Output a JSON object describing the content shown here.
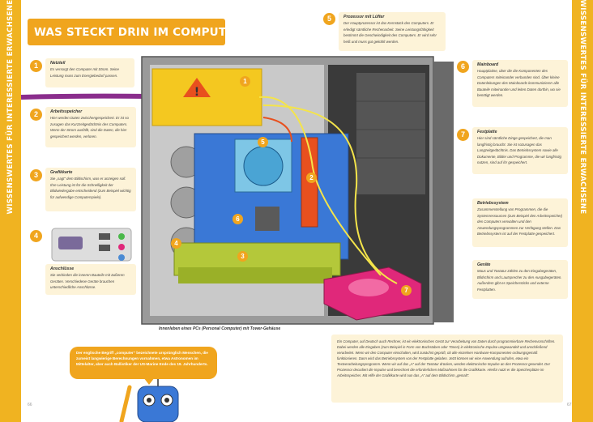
{
  "side_band_label": "WISSENSWERTES FÜR INTERESSIERTE ERWACHSENE",
  "title": "WAS STECKT DRIN IM COMPUTER?",
  "caption": "Innenleben eines PCs (Personal Computer) mit Tower-Gehäuse",
  "cards": [
    {
      "num": "1",
      "title": "Netzteil",
      "body": "Es versorgt den Computer mit Strom. Seine Leistung muss zum Energiebedarf passen."
    },
    {
      "num": "2",
      "title": "Arbeitsspeicher",
      "body": "Hier werden Daten zwischengespeichert. Er ist so zusagen das Kurzzeitgedächtnis des Computers. Wenn der Strom ausfällt, sind die Daten, die hier gespeichert werden, verloren."
    },
    {
      "num": "3",
      "title": "Grafikkarte",
      "body": "Sie „sagt“ dem Bildschirm, was er anzeigen soll. Ihre Leistung ist für die Schnelligkeit der Bildwiedergabe entscheidend (zum Beispiel wichtig für aufwendige Computerspiele)."
    },
    {
      "num": "4",
      "title": "Anschlüsse",
      "body": "Sie verbinden die inneren Bauteile mit äußeren Geräten. Verschiedene Geräte brauchen unterschiedliche Anschlüsse."
    },
    {
      "num": "5",
      "title": "Prozessor mit Lüfter",
      "body": "Der Hauptprozessor ist das Kernstück des Computers. Er erledigt sämtliche Rechenarbeit. Seine Leistungsfähigkeit bestimmt die Geschwindigkeit des Computers. Er wird sehr heiß und muss gut gekühlt werden."
    },
    {
      "num": "6",
      "title": "Mainboard",
      "body": "Hauptplatine, über die die Komponenten des Computers miteinander verbunden sind. Über kleine Datenleitungen des Mainboards kommunizieren alle Bauteile miteinander und leiten Daten dorthin, wo sie benötigt werden."
    },
    {
      "num": "7",
      "title": "Festplatte",
      "body": "Hier sind sämtliche Dinge gespeichert, die man langfristig braucht. Sie ist sozusagen das Langzeitgedächtnis. Das Betriebssystem sowie alle Dokumente, Bilder und Programme, die wir langfristig nutzen, sind auf ihr gespeichert."
    },
    {
      "num": "",
      "title": "Betriebssystem",
      "body": "Zusammenstellung von Programmen, die die Systemressourcen (zum Beispiel den Arbeitsspeicher) des Computers verwalten und den Anwendungsprogrammen zur Verfügung stellen. Das Betriebssystem ist auf der Festplatte gespeichert."
    },
    {
      "num": "",
      "title": "Geräte",
      "body": "Maus und Tastatur zählen zu den Eingabegeräten, Bildschirm und Lautsprecher zu den Ausgabegeräten. Außerdem gibt es Speichersticks und externe Festplatten."
    }
  ],
  "main_text": "Ein Computer, auf Deutsch auch Rechner, ist ein elektronisches Gerät zur Verarbeitung von Daten durch programmierbare Rechenvorschriften. Dabei werden alle Eingaben (zum Beispiel in Form von Buchstaben oder Tönen) in elektronische Impulse umgewandelt und anschließend verarbeitet. Wenn wir den Computer einschalten, wird zunächst geprüft, ob alle einzelnen Hardware-Komponenten ordnungsgemäß funktionieren. Dann wird das Betriebssystem von der Festplatte geladen. Jetzt können wir eine Anwendung aufrufen, etwa ein Textverarbeitungsprogramm. Wenn wir auf das „A“ auf der Tastatur drücken, werden elektronische Impulse an den Prozessor gesendet. Der Prozessor decodiert die Impulse und berechnet die erforderlichen Maßnahmen für die Grafikkarte. Hierfür nutzt er die Speicherplätze im Arbeitsspeicher. Mit Hilfe der Grafikkarte wird nun das „A“ auf dem Bildschirm „gemalt“.",
  "speech_text": "Der englische Begriff „computer“ bezeichnete ursprünglich Menschen, die zumeist langwierige Berechnungen vornahmen, etwa Astronomen im Mittelalter, aber auch Ballistiker der US-Marine Ende des 19. Jahrhunderts.",
  "page_left": "66",
  "page_right": "67",
  "colors": {
    "accent": "#f0a51e",
    "card": "#fdf3d8",
    "mainboard": "#3a78d6",
    "ram": "#e8501e",
    "gpu": "#b4c83a",
    "hdd": "#e0287a",
    "psu": "#f4c820"
  }
}
